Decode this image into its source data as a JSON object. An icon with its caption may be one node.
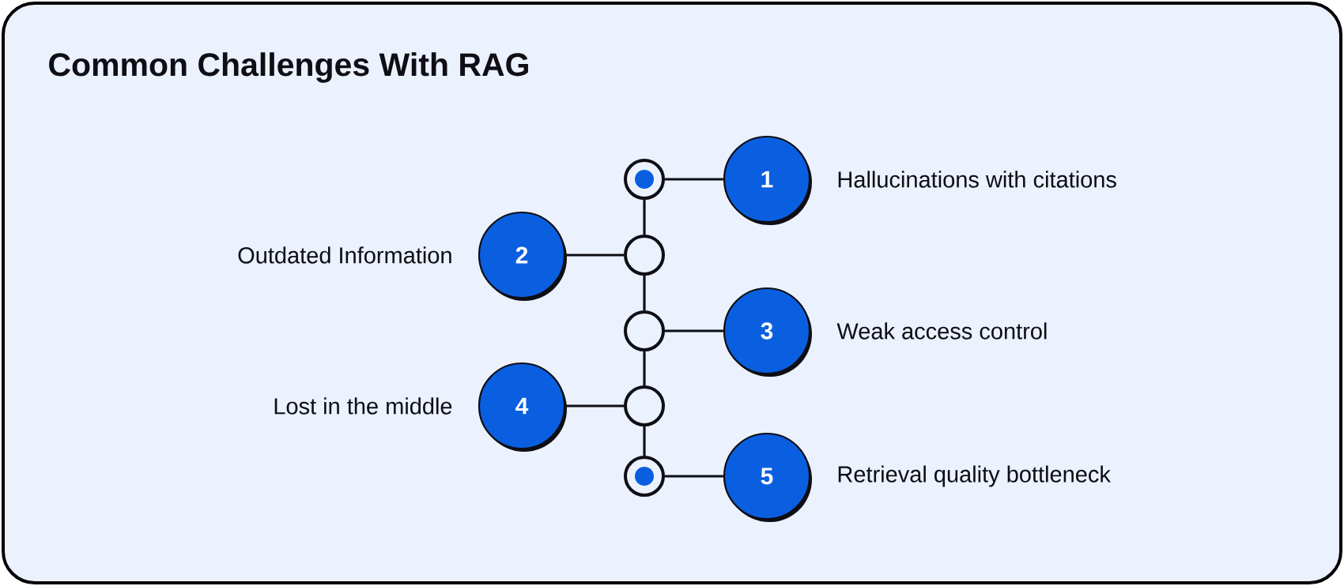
{
  "diagram": {
    "title": "Common Challenges With RAG",
    "nodes": [
      {
        "text": [],
        "shape": "circle"
      },
      {
        "text": [
          "1"
        ],
        "beside": [
          "Hallucinations with citations"
        ]
      },
      {
        "text": [
          "2"
        ],
        "beside": [
          "Outdated Information"
        ]
      },
      {
        "text": [],
        "shape": "circle"
      },
      {
        "text": [],
        "shape": "circle"
      },
      {
        "text": [
          "3"
        ],
        "beside": [
          "Weak access control"
        ]
      },
      {
        "text": [
          "4"
        ],
        "beside": [
          "Lost in the middle"
        ]
      },
      {
        "text": [],
        "shape": "circle"
      },
      {
        "text": [],
        "shape": "circle"
      },
      {
        "text": [
          "5"
        ],
        "beside": [
          "Retrieval quality bottleneck"
        ]
      }
    ],
    "edges": [
      {
        "from": 0,
        "to": 1,
        "arrow": "none"
      },
      {
        "from": 0,
        "to": 3,
        "arrow": "none"
      },
      {
        "from": 2,
        "to": 3,
        "arrow": "none"
      },
      {
        "from": 3,
        "to": 4,
        "arrow": "none"
      },
      {
        "from": 4,
        "to": 5,
        "arrow": "none"
      },
      {
        "from": 4,
        "to": 7,
        "arrow": "none"
      },
      {
        "from": 6,
        "to": 7,
        "arrow": "none"
      },
      {
        "from": 7,
        "to": 8,
        "arrow": "none"
      },
      {
        "from": 8,
        "to": 9,
        "arrow": "none"
      }
    ]
  }
}
